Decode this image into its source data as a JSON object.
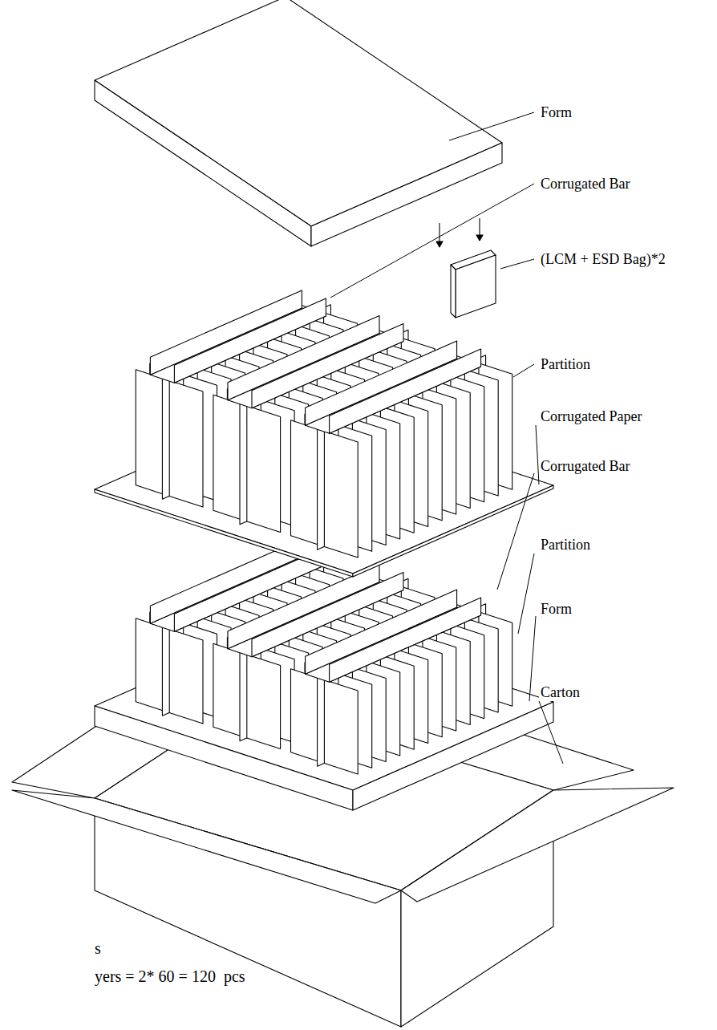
{
  "diagram": {
    "labels": [
      "Form",
      "Corrugated Bar",
      "(LCM + ESD Bag)*2",
      "Partition",
      "Corrugated Paper",
      "Corrugated Bar",
      "Partition",
      "Form",
      "Carton",
      "s",
      "yers = 2* 60 = 120  pcs"
    ]
  }
}
